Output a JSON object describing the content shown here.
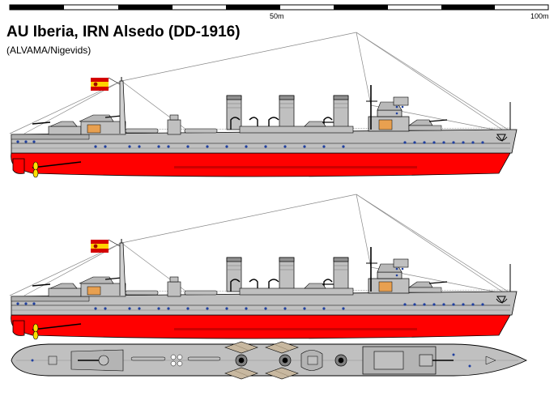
{
  "scale": {
    "mark_mid": "50m",
    "mark_end": "100m"
  },
  "title": "AU Iberia, IRN Alsedo (DD-1916)",
  "subtitle": "(ALVAMA/Nigevids)",
  "colors": {
    "hull_grey": "#c0c0c0",
    "deck_grey": "#b4b4b4",
    "boot_red": "#ff0000",
    "dark_red": "#cc0000",
    "porthole_blue": "#1f3f9f",
    "flag_red": "#d40000",
    "flag_yellow": "#ffd200",
    "bridge_orange": "#e8a050",
    "propeller_yellow": "#ffe000"
  },
  "icons": [
    "spanish-flag-icon",
    "propeller-icon",
    "anchor-icon"
  ]
}
